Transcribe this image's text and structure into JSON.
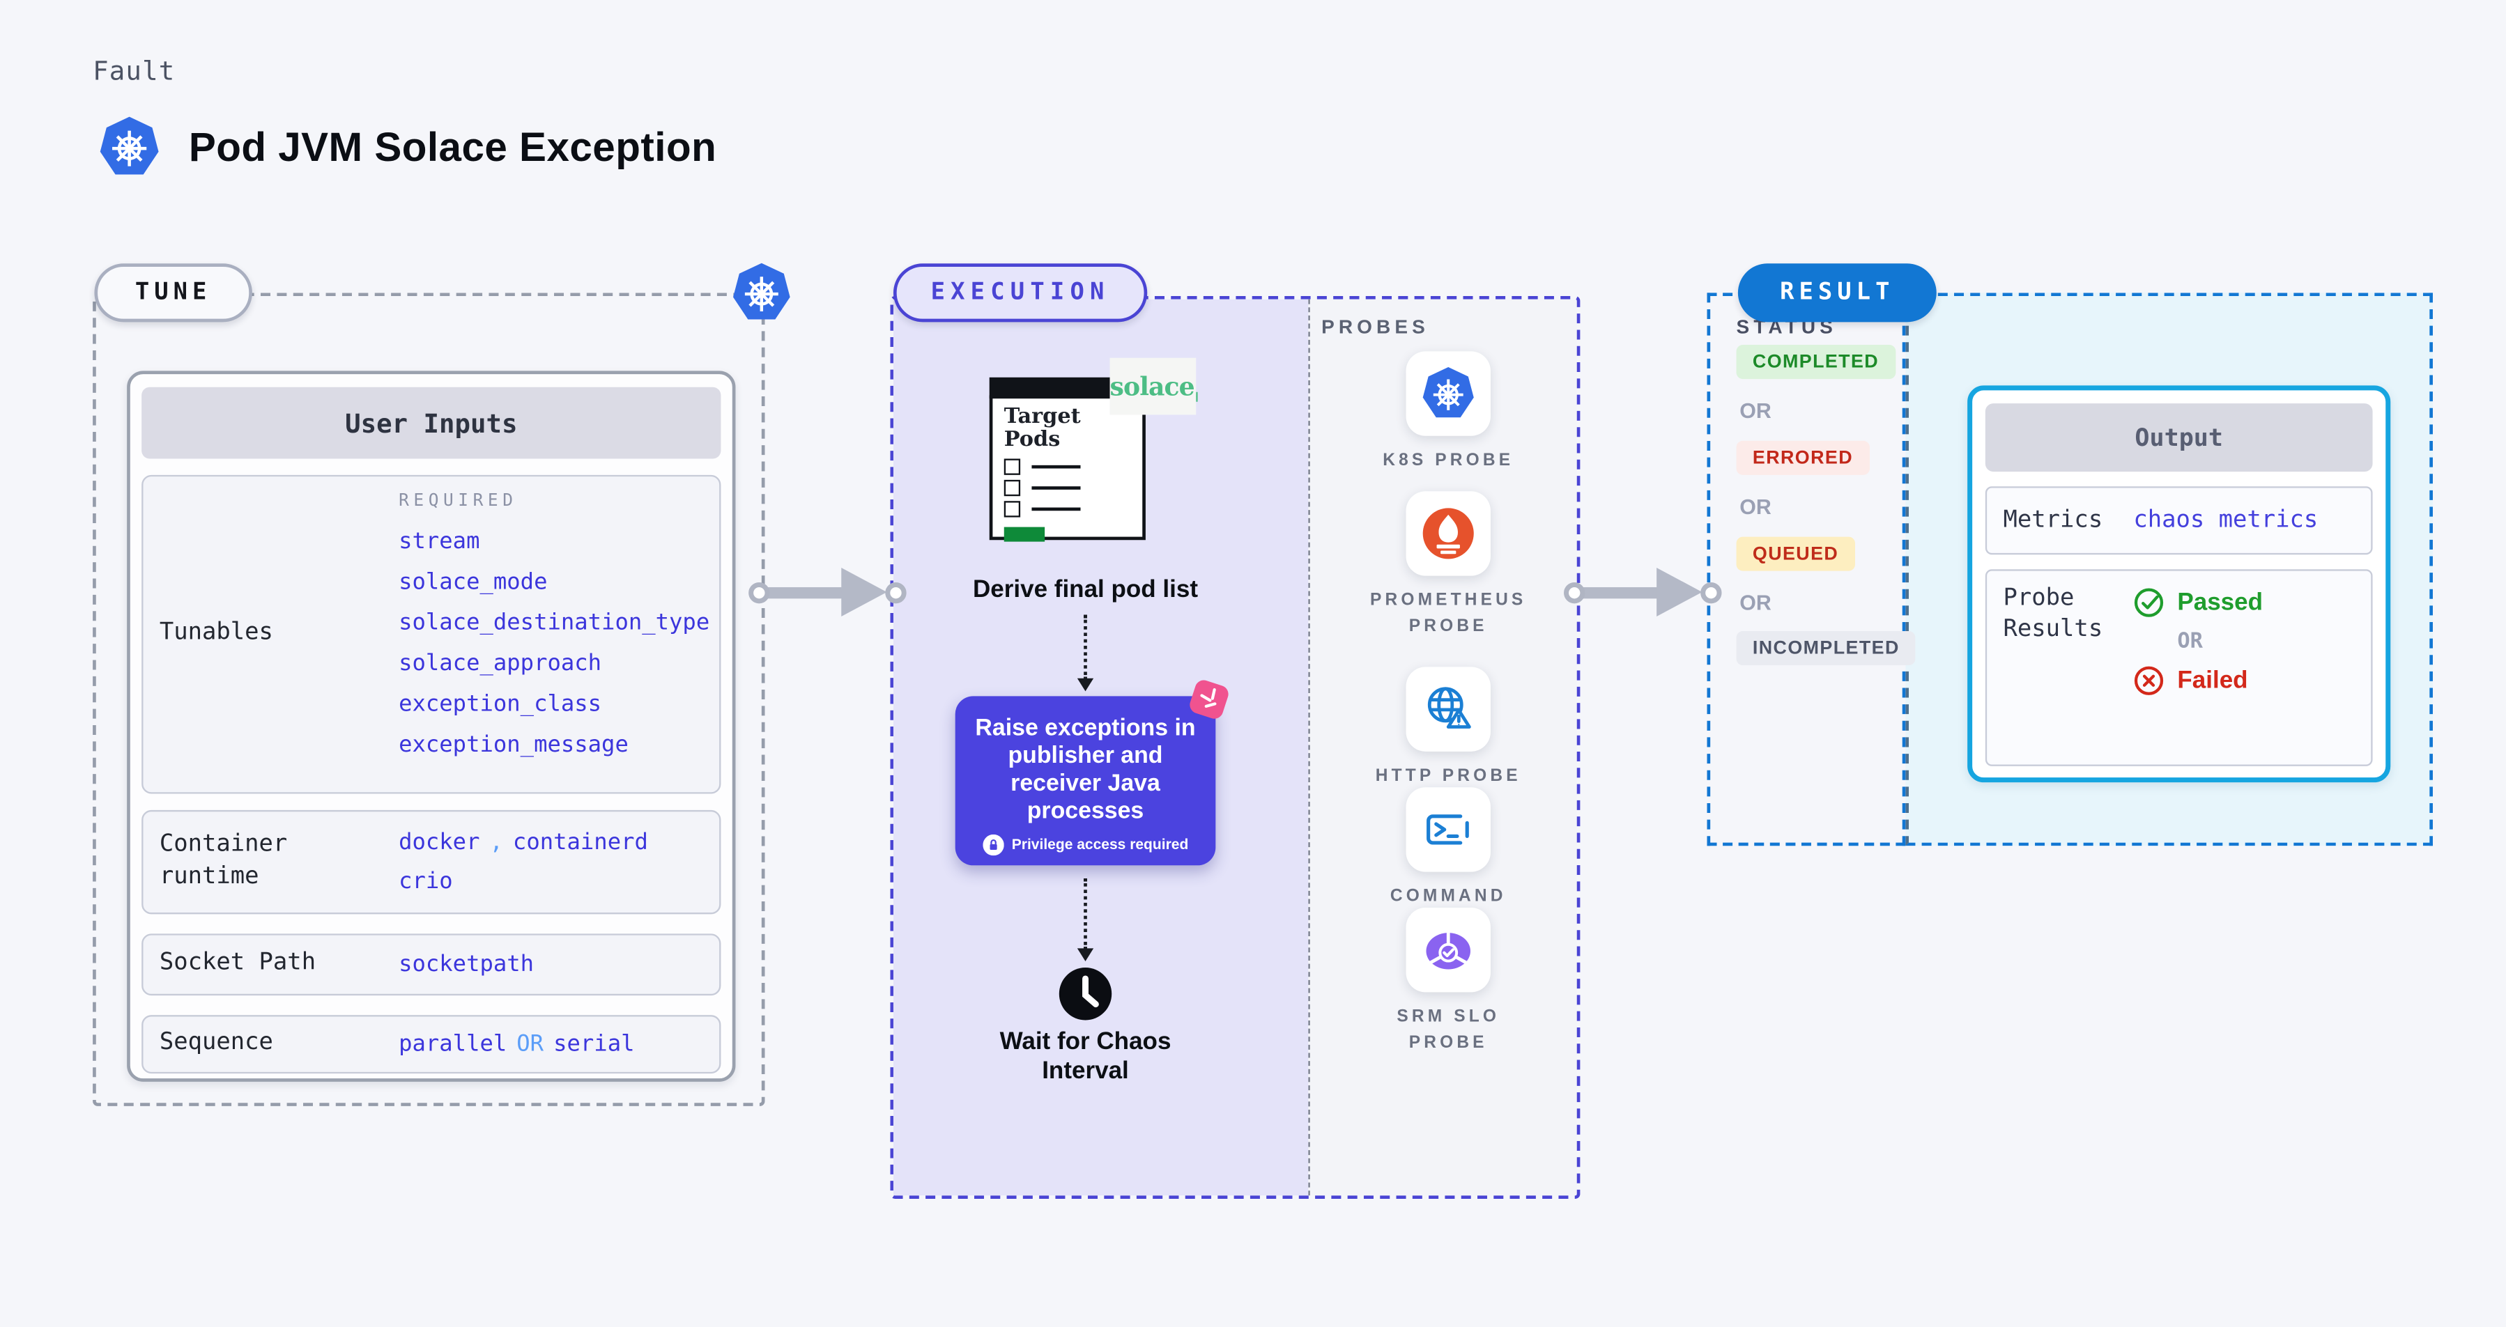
{
  "header": {
    "kicker": "Fault",
    "title": "Pod JVM Solace Exception"
  },
  "tune": {
    "pill": "TUNE",
    "user_inputs_title": "User Inputs",
    "tunables_label": "Tunables",
    "required_label": "REQUIRED",
    "tunables": [
      "stream",
      "solace_mode",
      "solace_destination_type",
      "solace_approach",
      "exception_class",
      "exception_message"
    ],
    "container_runtime_label": "Container runtime",
    "cr_docker": "docker",
    "cr_comma": ",",
    "cr_containerd": "containerd",
    "cr_crio": "crio",
    "socket_path_label": "Socket Path",
    "socket_path_value": "socketpath",
    "sequence_label": "Sequence",
    "seq_parallel": "parallel",
    "seq_or": "OR",
    "seq_serial": "serial"
  },
  "execution": {
    "pill": "EXECUTION",
    "window_title": "Target Pods",
    "solace_logo": "solace",
    "derive_label": "Derive final pod list",
    "action_text": "Raise exceptions in publisher and receiver Java processes",
    "privilege_note": "Privilege access required",
    "wait_label": "Wait for Chaos Interval"
  },
  "probes": {
    "title": "PROBES",
    "items": [
      {
        "label": "K8S PROBE",
        "icon": "kubernetes-icon"
      },
      {
        "label": "PROMETHEUS\nPROBE",
        "icon": "prometheus-icon"
      },
      {
        "label": "HTTP PROBE",
        "icon": "http-globe-warning-icon"
      },
      {
        "label": "COMMAND\nPROBE",
        "icon": "command-terminal-icon"
      },
      {
        "label": "SRM SLO\nPROBE",
        "icon": "srm-slo-gauge-icon"
      }
    ]
  },
  "result": {
    "pill": "RESULT",
    "status_label": "STATUS",
    "or_label": "OR",
    "statuses": [
      "COMPLETED",
      "ERRORED",
      "QUEUED",
      "INCOMPLETED"
    ],
    "output": {
      "title": "Output",
      "metrics_label": "Metrics",
      "metrics_value": "chaos metrics",
      "probe_results_label": "Probe Results",
      "passed": "Passed",
      "or": "OR",
      "failed": "Failed"
    }
  },
  "colors": {
    "page_bg": "#f5f6fa",
    "kubernetes_blue": "#326ce5",
    "execution_indigo": "#4a44d4",
    "execution_bg_lavender": "#e4e3f9",
    "action_box_indigo": "#4b43df",
    "chaos_icon_pink": "#f0538f",
    "solace_green": "#4dbd85",
    "prometheus_orange": "#e6522c",
    "probe_icon_blue": "#1b7fd4",
    "srm_purple": "#8a63f0",
    "result_blue": "#1277d3",
    "output_border_cyan": "#16a5e0",
    "output_bg": "#e7f5fb",
    "value_indigo": "#3b35dc",
    "value_light_blue": "#5b9df8",
    "passed_green": "#1f9d2d",
    "failed_red": "#d3281a",
    "completed_bg": "#dcf3dc",
    "completed_text": "#1c8a28",
    "errored_bg": "#fcebe9",
    "errored_text": "#c2281a",
    "queued_bg": "#fdeec0",
    "queued_text": "#bf2c1a",
    "incompleted_bg": "#e9ebf1",
    "incompleted_text": "#4e5568"
  }
}
